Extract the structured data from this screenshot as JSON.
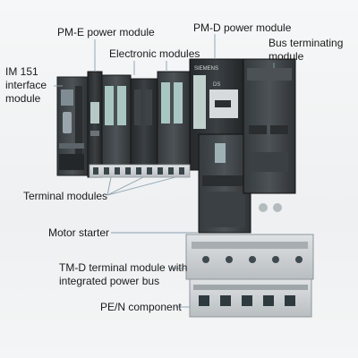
{
  "labels": {
    "im151": "IM 151 interface module",
    "pm_e": "PM-E power module",
    "electronic": "Electronic modules",
    "pm_d": "PM-D power module",
    "bus_terminating": "Bus terminating module",
    "terminal": "Terminal modules",
    "motor_starter": "Motor starter",
    "tmd": "TM-D terminal module with integrated power bus",
    "pen": "PE/N component"
  },
  "device": {
    "brand_pmd": "SIEMENS",
    "pmd_code": "DS"
  },
  "colors": {
    "housing_dark": "#2e3235",
    "housing_mid": "#3f4448",
    "housing_light": "#5a6064",
    "terminal_grey": "#cfd3d6",
    "leader_line": "#8aa0ad",
    "accent_teal": "#7fa9a6"
  }
}
